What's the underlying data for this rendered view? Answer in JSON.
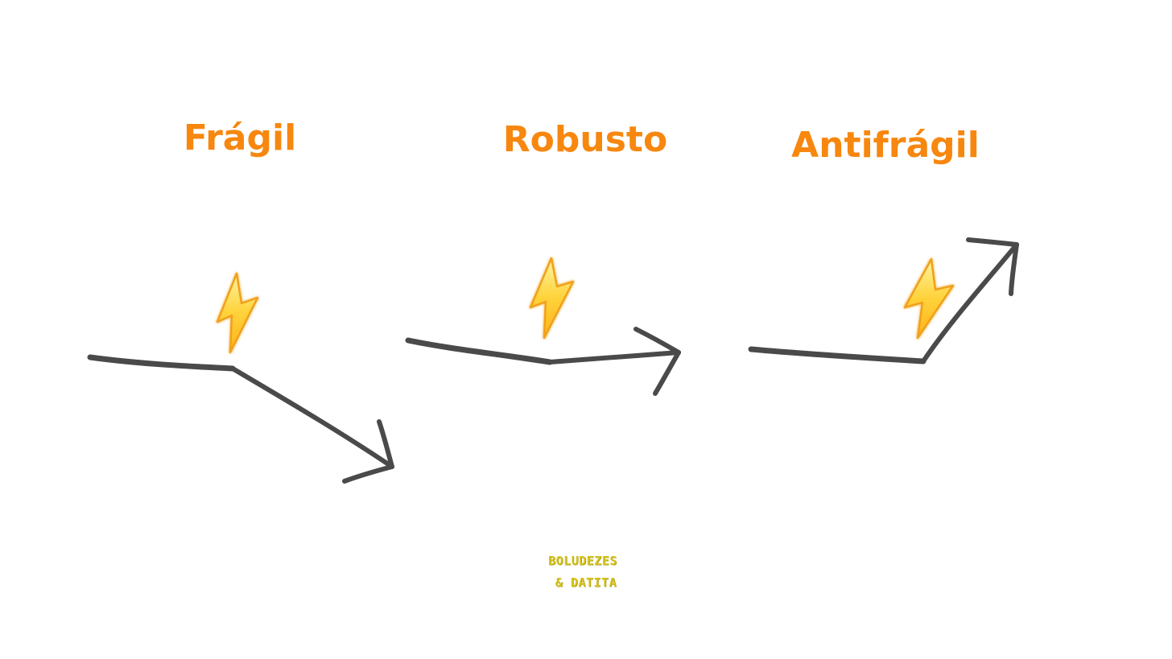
{
  "columns": [
    {
      "key": "fragil",
      "title": "Frágil"
    },
    {
      "key": "robusto",
      "title": "Robusto"
    },
    {
      "key": "antifragil",
      "title": "Antifrágil"
    }
  ],
  "icons": {
    "shock": "lightning-bolt-icon",
    "trend": "arrow-icon"
  },
  "watermark": {
    "line1": "BOLUDEZES",
    "line2": "& DATITA"
  },
  "colors": {
    "title": "#f7870f",
    "arrow": "#4a4a4a",
    "bolt_fill": "#ffd23a",
    "bolt_outline": "#f0a11c",
    "watermark": "#d6c319",
    "background": "#ffffff"
  }
}
